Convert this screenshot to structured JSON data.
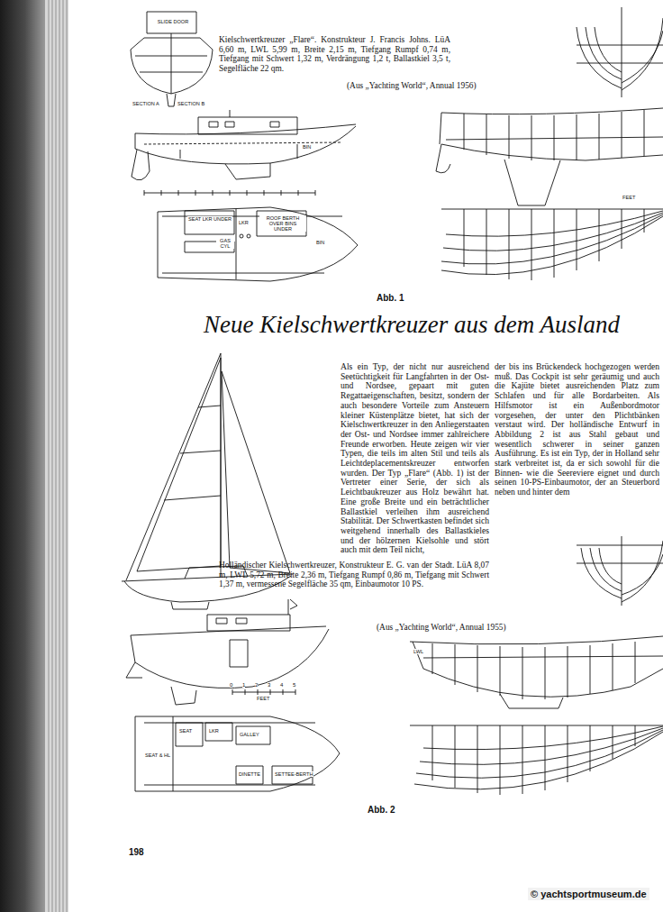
{
  "diagram": {
    "title": "Neue Kielschwertkreuzer aus dem Ausland",
    "labels": [
      "Kielschwertkreuzer „Flare“. Konstrukteur J. Francis Johns. LüA 6,60 m, LWL 5,99 m, Breite 2,15 m, Tiefgang Rumpf 0,74 m, Tiefgang mit Schwert 1,32 m, Verdrängung 1,2 t, Ballastkiel 3,5 t, Segelfläche 22 qm.",
      "(Aus „Yachting World“, Annual 1956)",
      "Abb. 1",
      "Als ein Typ, der nicht nur ausreichend Seetüchtigkeit für Langfahrten in der Ost- und Nordsee, gepaart mit guten Regattaeigenschaften, besitzt, sondern der auch besondere Vorteile zum Ansteuern kleiner Küstenplätze bietet, hat sich der Kielschwertkreuzer in den Anliegerstaaten der Ost- und Nordsee immer zahlreichere Freunde erworben. Heute zeigen wir vier Typen, die teils im alten Stil und teils als Leichtdeplacementskreuzer entworfen wurden. Der Typ „Flare“ (Abb. 1) ist der Vertreter einer Serie, der sich als Leichtbaukreuzer aus Holz bewährt hat. Eine große Breite und ein beträchtlicher Ballastkiel verleihen ihm ausreichend Stabilität. Der Schwertkasten befindet sich weitgehend innerhalb des Ballastkieles und der hölzernen Kielsohle und stört auch mit dem Teil nicht,",
      "der bis ins Brückendeck hochgezogen werden muß. Das Cockpit ist sehr geräumig und auch die Kajüte bietet ausreichenden Platz zum Schlafen und für alle Bordarbeiten. Als Hilfsmotor ist ein Außenbordmotor vorgesehen, der unter den Plichtbänken verstaut wird. Der holländische Entwurf in Abbildung 2 ist aus Stahl gebaut und wesentlich schwerer in seiner ganzen Ausführung. Es ist ein Typ, der in Holland sehr stark verbreitet ist, da er sich sowohl für die Binnen- wie die Seereviere eignet und durch seinen 10-PS-Einbaumotor, der an Steuerbord neben und hinter dem",
      "Holländischer Kielschwertkreuzer, Konstrukteur E. G. van der Stadt. LüA 8,07 m, LWL 5,72 m, Breite 2,36 m, Tiefgang Rumpf 0,86 m, Tiefgang mit Schwert 1,37 m, vermessene Segelfläche 35 qm, Einbaumotor 10 PS.",
      "(Aus „Yachting World“, Annual 1955)",
      "Abb. 2",
      "198",
      "© yachtsportmuseum.de",
      "SLIDE DOOR",
      "SECTION A",
      "SECTION B",
      "BIN",
      "SEAT LKR UNDER",
      "GAS CYL",
      "LKR",
      "ROOF BERTH OVER BINS UNDER",
      "BIN",
      "FEET",
      "LWL",
      "SEAT",
      "LKR",
      "GALLEY",
      "SEAT & HL",
      "DINETTE",
      "SETTEE-BERTH",
      "FEET",
      "0",
      "1",
      "2",
      "3",
      "4",
      "5"
    ]
  }
}
